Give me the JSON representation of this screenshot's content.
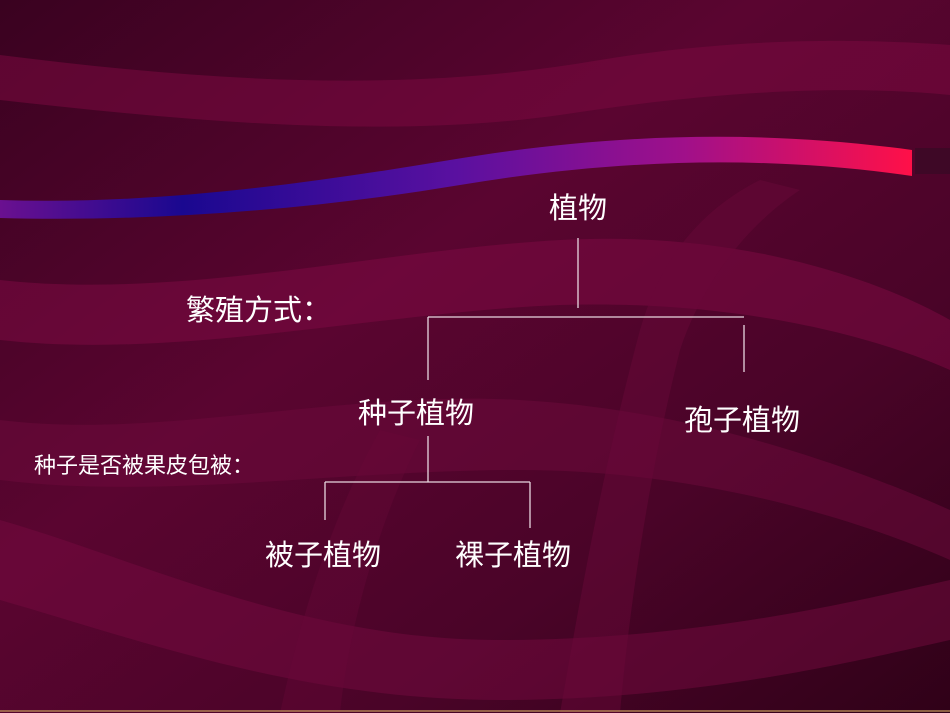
{
  "diagram": {
    "root": "植物",
    "level1_caption": "繁殖方式：",
    "seed_plants": "种子植物",
    "spore_plants": "孢子植物",
    "level2_caption": "种子是否被果皮包被：",
    "angiosperms": "被子植物",
    "gymnosperms": "裸子植物"
  },
  "colors": {
    "background": "#4a0428",
    "line": "#e8d8e0",
    "text": "#ffffff",
    "ribbon_start": "#2a1aa0",
    "ribbon_end": "#ff1050"
  }
}
